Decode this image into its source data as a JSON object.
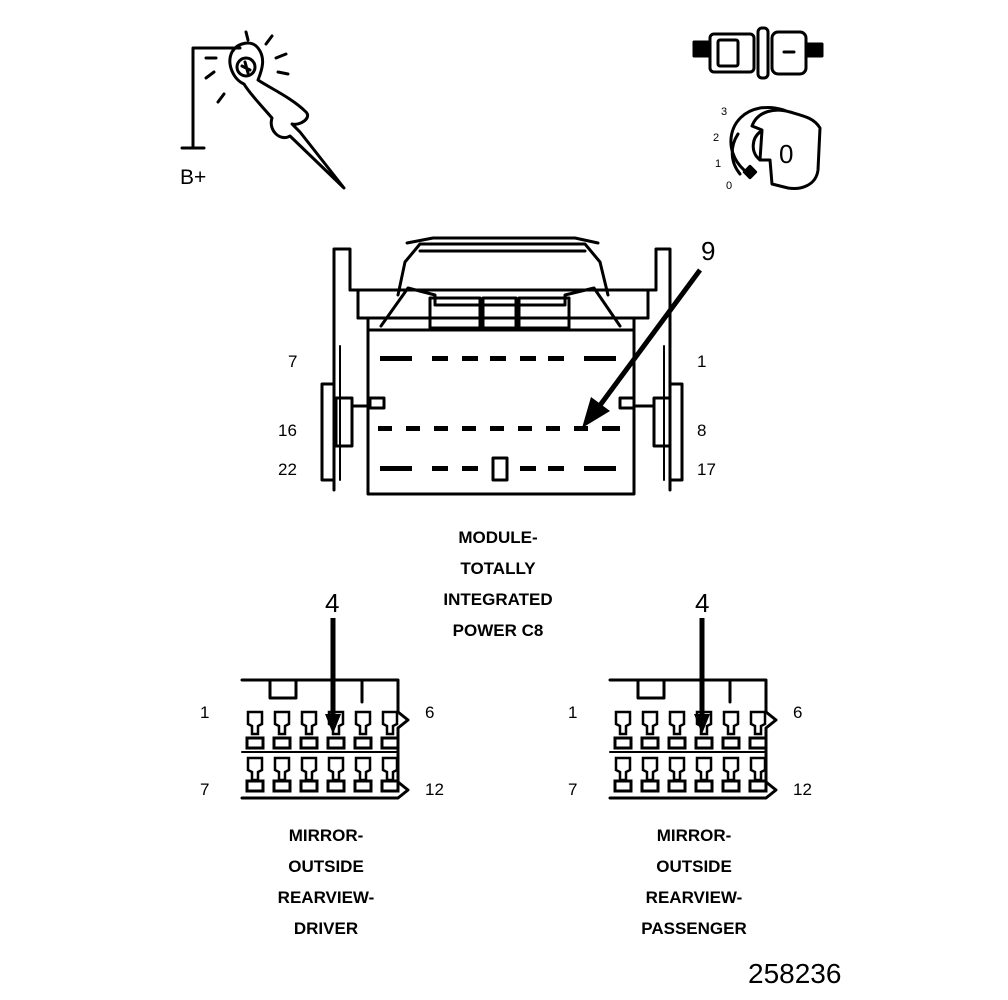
{
  "figure_id": "258236",
  "test_light": {
    "label": "B+"
  },
  "ignition": {
    "positions": [
      "3",
      "2",
      "1",
      "0"
    ],
    "current": "0"
  },
  "module_connector": {
    "caption": [
      "MODULE-",
      "TOTALLY",
      "INTEGRATED",
      "POWER C8"
    ],
    "callout": "9",
    "pin_labels": {
      "top_left": "7",
      "top_right": "1",
      "mid_left": "16",
      "mid_right": "8",
      "bottom_left": "22",
      "bottom_right": "17"
    }
  },
  "mirror_driver": {
    "caption": [
      "MIRROR-",
      "OUTSIDE",
      "REARVIEW-",
      "DRIVER"
    ],
    "callout": "4",
    "pin_labels": {
      "top_left": "1",
      "top_right": "6",
      "bottom_left": "7",
      "bottom_right": "12"
    }
  },
  "mirror_passenger": {
    "caption": [
      "MIRROR-",
      "OUTSIDE",
      "REARVIEW-",
      "PASSENGER"
    ],
    "callout": "4",
    "pin_labels": {
      "top_left": "1",
      "top_right": "6",
      "bottom_left": "7",
      "bottom_right": "12"
    }
  }
}
